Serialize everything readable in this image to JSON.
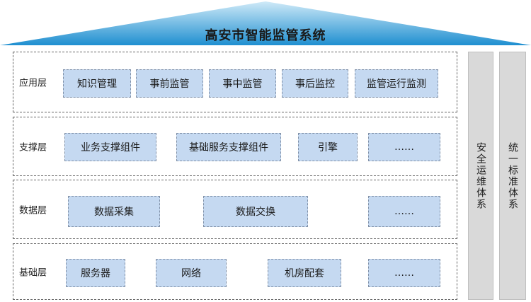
{
  "title": "高安市智能监管系统",
  "colors": {
    "roof_light": "#bfe3f5",
    "roof_dark": "#1f8fd0",
    "box_fill": "#c5d9f1",
    "pillar_fill": "#d9d9d9"
  },
  "layers": {
    "app": {
      "label": "应用层",
      "boxes": [
        "知识管理",
        "事前监管",
        "事中监管",
        "事后监控",
        "监管运行监测"
      ]
    },
    "support": {
      "label": "支撑层",
      "boxes": [
        "业务支撑组件",
        "基础服务支撑组件",
        "引擎",
        "……"
      ]
    },
    "data": {
      "label": "数据层",
      "boxes": [
        "数据采集",
        "数据交换",
        "……"
      ]
    },
    "base": {
      "label": "基础层",
      "boxes": [
        "服务器",
        "网络",
        "机房配套",
        "……"
      ]
    }
  },
  "pillars": {
    "security": "安全运维体系",
    "standard": "统一标准体系"
  }
}
